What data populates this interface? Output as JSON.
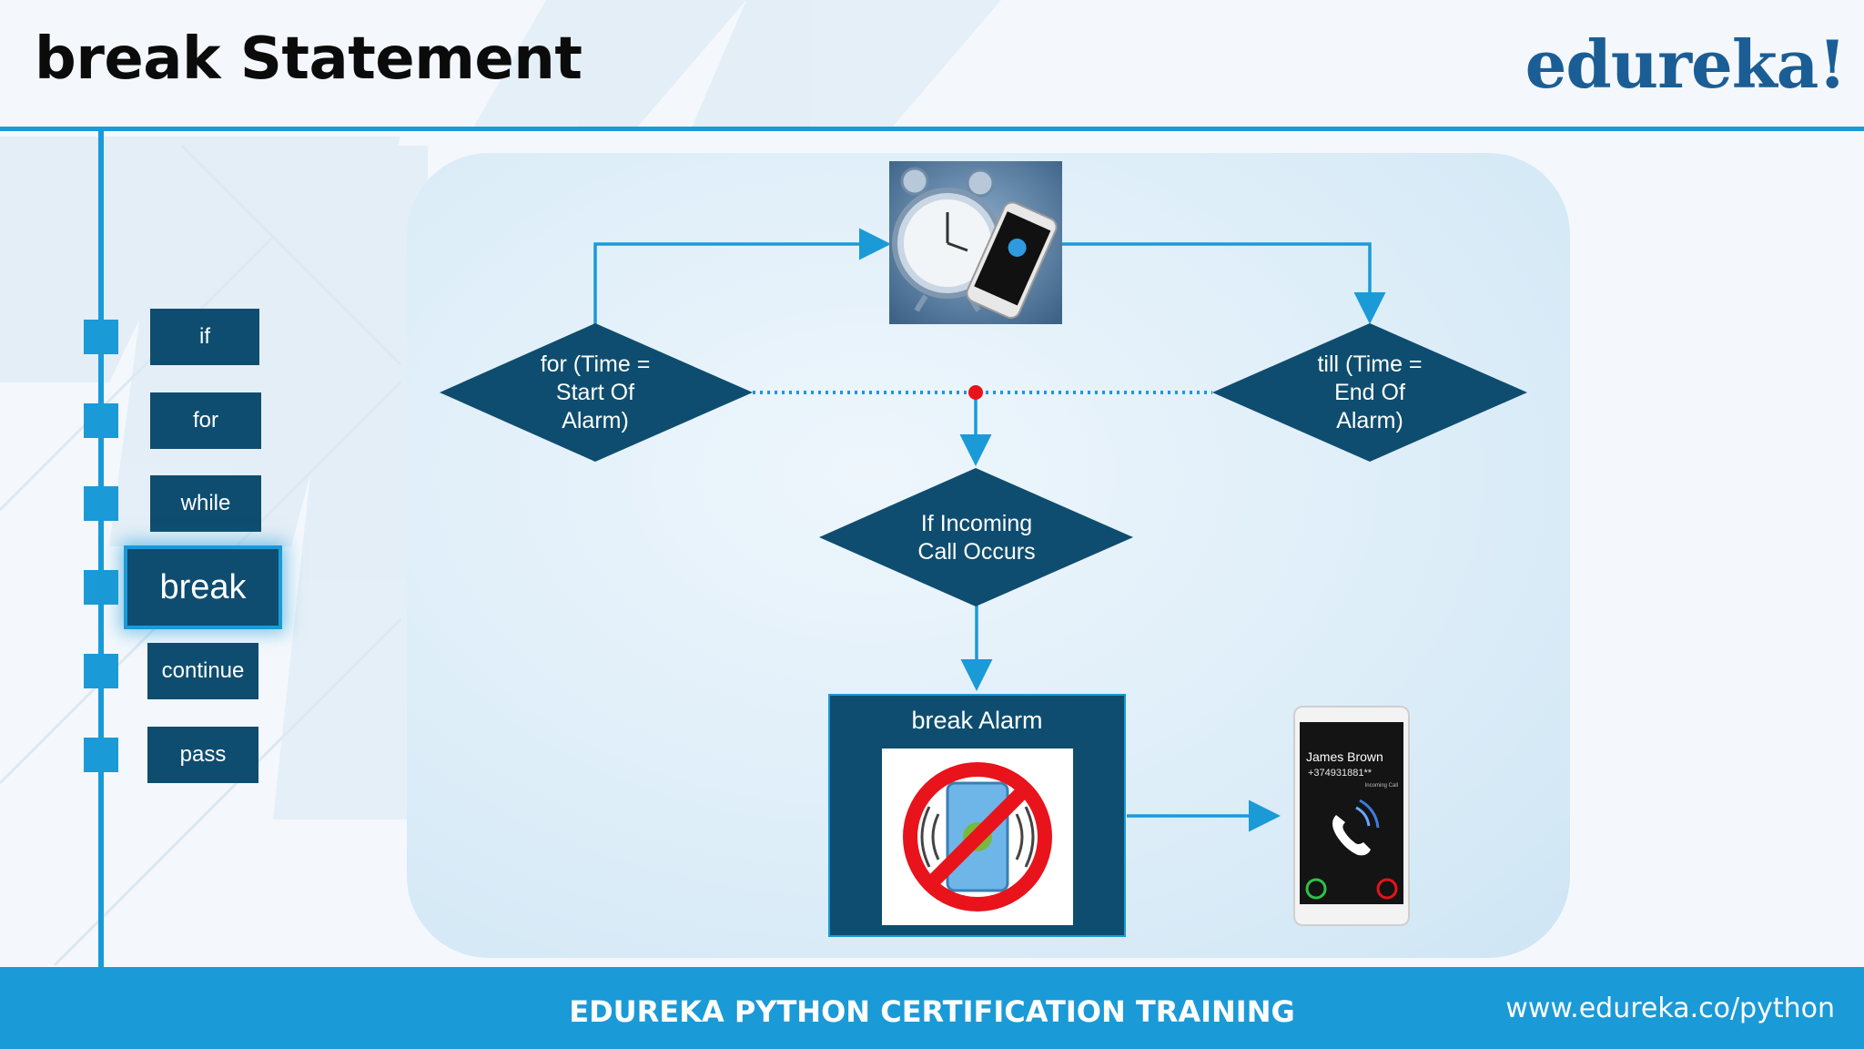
{
  "header": {
    "title": "break Statement",
    "brand": "edureka!"
  },
  "sidebar": {
    "items": [
      {
        "label": "if",
        "active": false
      },
      {
        "label": "for",
        "active": false
      },
      {
        "label": "while",
        "active": false
      },
      {
        "label": "break",
        "active": true
      },
      {
        "label": "continue",
        "active": false
      },
      {
        "label": "pass",
        "active": false
      }
    ]
  },
  "flowchart": {
    "start_diamond": "for (Time =\nStart Of\nAlarm)",
    "end_diamond": "till (Time =\nEnd Of\nAlarm)",
    "condition_diamond": "If Incoming\nCall Occurs",
    "break_box_label": "break Alarm",
    "incoming_call": {
      "caller_name": "James Brown",
      "caller_number": "+374931881**",
      "status": "Incoming Call"
    }
  },
  "icons": [
    "alarm-clock-phone-icon",
    "no-alarm-icon",
    "incoming-call-phone-icon"
  ],
  "colors": {
    "accent": "#1a9ad7",
    "dark_teal": "#0e4d6f",
    "brand": "#1b5e95",
    "dot": "#e8131b"
  },
  "footer": {
    "course": "EDUREKA PYTHON CERTIFICATION TRAINING",
    "url": "www.edureka.co/python"
  }
}
